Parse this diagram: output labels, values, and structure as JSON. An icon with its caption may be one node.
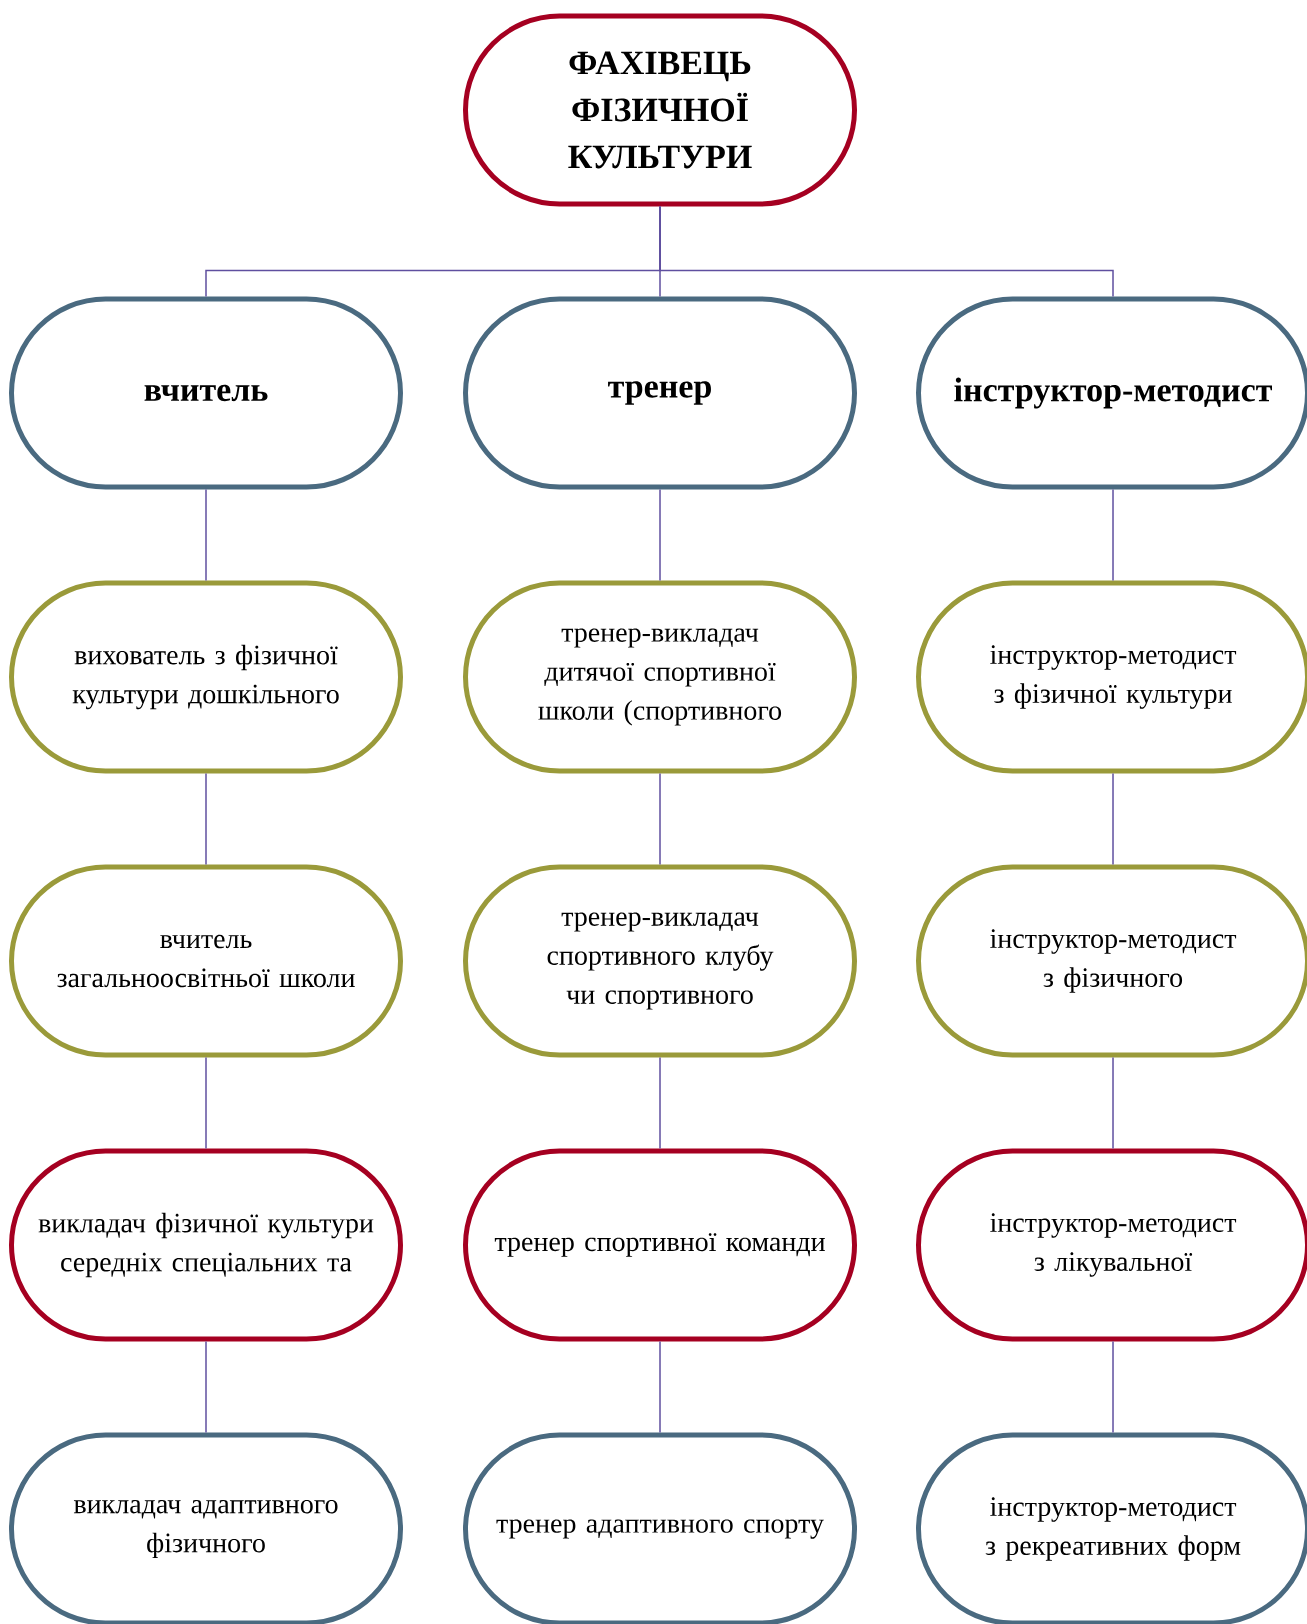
{
  "diagram": {
    "nodes": [
      {
        "text": [
          "ФАХІВЕЦЬ ФІЗИЧНОЇ КУЛЬТУРИ"
        ]
      },
      {
        "text": [
          "вчитель"
        ]
      },
      {
        "text": [
          "тренер"
        ]
      },
      {
        "text": [
          "інструктор-методист"
        ]
      },
      {
        "text": [
          "вихователь з фізичної культури дошкільного"
        ]
      },
      {
        "text": [
          "тренер-викладач дитячої спортивної школи (спортивного"
        ]
      },
      {
        "text": [
          "інструктор-методист з фізичної культури"
        ]
      },
      {
        "text": [
          "вчитель загальноосвітньої школи"
        ]
      },
      {
        "text": [
          "тренер-викладач спортивного клубу чи спортивного"
        ]
      },
      {
        "text": [
          "інструктор-методист з фізичного"
        ]
      },
      {
        "text": [
          "викладач фізичної культури середніх спеціальних та"
        ]
      },
      {
        "text": [
          "тренер спортивної команди"
        ]
      },
      {
        "text": [
          "інструктор-методист з лікувальної"
        ]
      },
      {
        "text": [
          "викладач адаптивного фізичного"
        ]
      },
      {
        "text": [
          "тренер адаптивного спорту"
        ]
      },
      {
        "text": [
          "інструктор-методист з рекреативних форм"
        ]
      }
    ],
    "edges": [
      {
        "from": 0,
        "to": 1,
        "arrow": "none"
      },
      {
        "from": 0,
        "to": 2,
        "arrow": "none"
      },
      {
        "from": 0,
        "to": 3,
        "arrow": "none"
      },
      {
        "from": 1,
        "to": 4,
        "arrow": "none"
      },
      {
        "from": 2,
        "to": 5,
        "arrow": "none"
      },
      {
        "from": 3,
        "to": 6,
        "arrow": "none"
      },
      {
        "from": 4,
        "to": 7,
        "arrow": "none"
      },
      {
        "from": 5,
        "to": 8,
        "arrow": "none"
      },
      {
        "from": 6,
        "to": 9,
        "arrow": "none"
      },
      {
        "from": 7,
        "to": 10,
        "arrow": "none"
      },
      {
        "from": 8,
        "to": 11,
        "arrow": "none"
      },
      {
        "from": 9,
        "to": 12,
        "arrow": "none"
      },
      {
        "from": 10,
        "to": 13,
        "arrow": "none"
      },
      {
        "from": 11,
        "to": 14,
        "arrow": "none"
      },
      {
        "from": 12,
        "to": 15,
        "arrow": "none"
      }
    ]
  }
}
